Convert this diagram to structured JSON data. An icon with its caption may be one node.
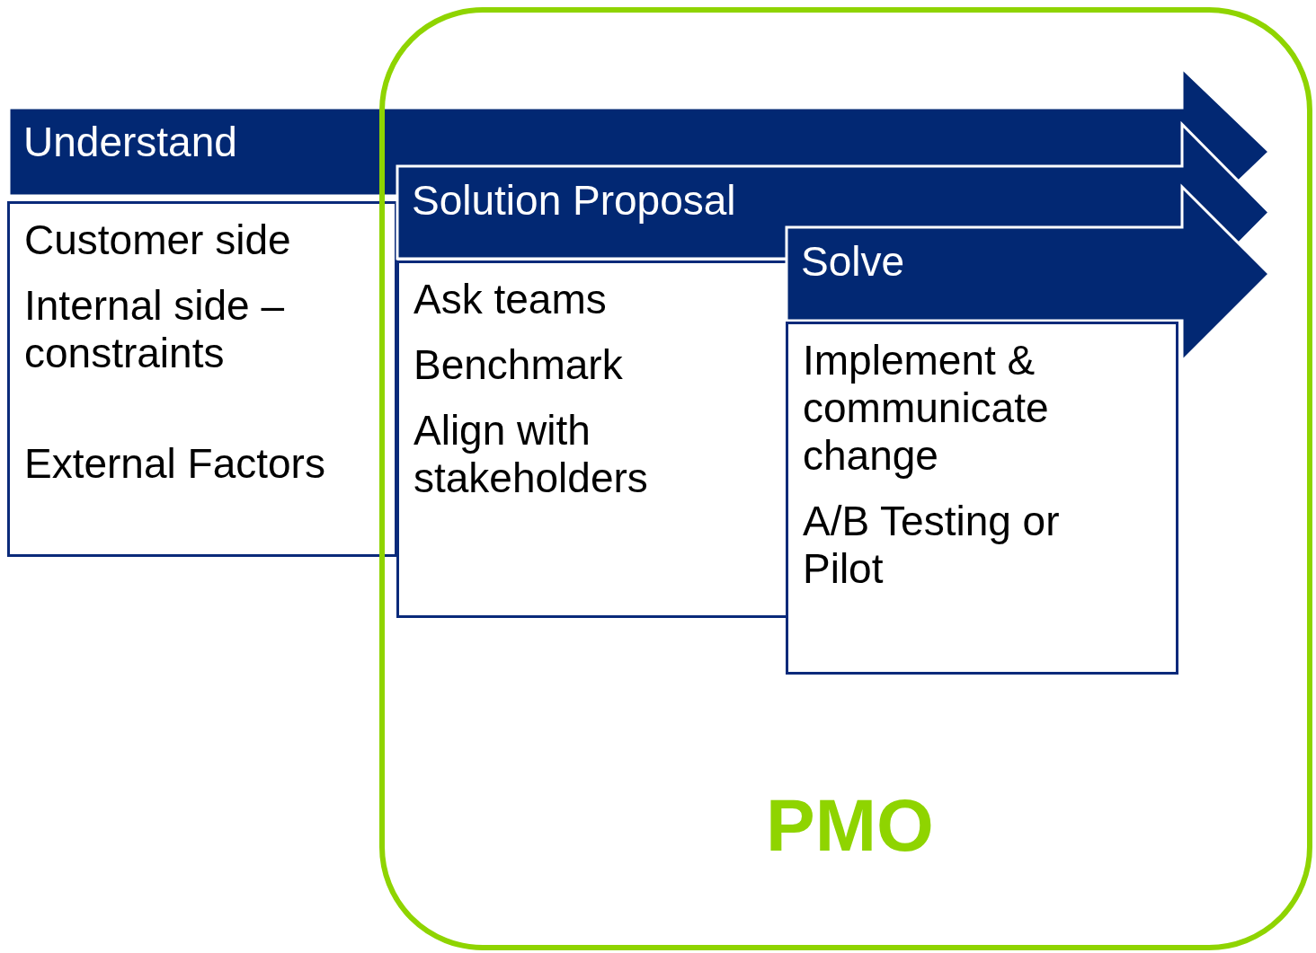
{
  "diagram": {
    "nodes": [
      {
        "text": [
          "Understand"
        ]
      },
      {
        "text": [
          "Customer side",
          "Internal side – constraints",
          "External Factors"
        ]
      },
      {
        "text": [
          "PMO"
        ]
      },
      {
        "text": [
          "Solution Proposal"
        ],
        "in": 2
      },
      {
        "text": [
          "Ask teams",
          "Benchmark",
          "Align with stakeholders"
        ],
        "in": 2
      },
      {
        "text": [
          "Solve"
        ],
        "in": 2
      },
      {
        "text": [
          "Implement & communicate change",
          "A/B Testing or Pilot"
        ],
        "in": 2
      }
    ]
  }
}
